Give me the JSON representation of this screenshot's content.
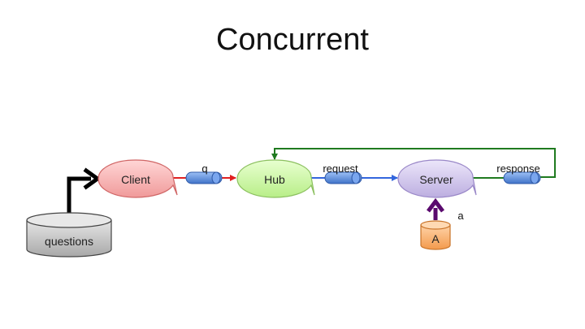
{
  "slide": {
    "title": "Concurrent"
  },
  "nodes": {
    "client": {
      "label": "Client"
    },
    "hub": {
      "label": "Hub"
    },
    "server": {
      "label": "Server"
    },
    "questions": {
      "label": "questions"
    },
    "store_a": {
      "label": "A"
    }
  },
  "edges": {
    "q": {
      "label": "q"
    },
    "request": {
      "label": "request"
    },
    "response": {
      "label": "response"
    },
    "a": {
      "label": "a"
    }
  },
  "colors": {
    "client_fill": "#f6a6a6",
    "hub_fill": "#c8f5a0",
    "server_fill": "#cbbfe8",
    "queue_fill": "#5a8ee0",
    "questions_fill": "#c8c8c8",
    "store_fill": "#f7b57a",
    "red_arrow": "#e02020",
    "blue_arrow": "#3366dd",
    "green_arrow": "#1f7a1f",
    "purple_arrow": "#5a0a6e",
    "black_arrow": "#000000"
  }
}
